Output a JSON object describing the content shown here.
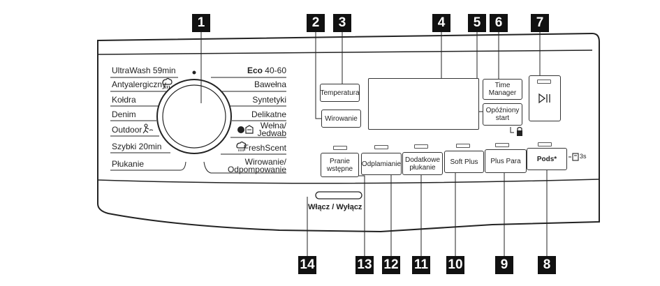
{
  "callouts": [
    "1",
    "2",
    "3",
    "4",
    "5",
    "6",
    "7",
    "8",
    "9",
    "10",
    "11",
    "12",
    "13",
    "14"
  ],
  "programs_left": [
    "UltraWash 59min",
    "Antyalergiczny",
    "Kołdra",
    "Denim",
    "Outdoor",
    "Szybki 20min",
    "Płukanie"
  ],
  "programs_right": {
    "eco_bold": "Eco",
    "eco_rest": " 40-60",
    "bawelna": "Bawełna",
    "syntetyki": "Syntetyki",
    "delikatne": "Delikatne",
    "welna_1": "Wełna/",
    "welna_2": "Jedwab",
    "freshscent": "FreshScent",
    "wirowanie_1": "Wirowanie/",
    "wirowanie_2": "Odpompowanie"
  },
  "buttons": {
    "temperatura": "Temperatura",
    "wirowanie": "Wirowanie",
    "time_manager_1": "Time",
    "time_manager_2": "Manager",
    "opozniony_1": "Opóźniony",
    "opozniony_2": "start",
    "pranie_1": "Pranie",
    "pranie_2": "wstępne",
    "odplamianie": "Odplamianie",
    "dodatkowe_1": "Dodatkowe",
    "dodatkowe_2": "płukanie",
    "soft_plus": "Soft Plus",
    "plus_para": "Plus Para",
    "pods": "Pods*"
  },
  "power_label": "Włącz / Wyłącz",
  "pods_hold": "3s",
  "icons": [
    "allergy-steam-icon",
    "outdoor-icon",
    "wool-icon",
    "freshscent-icon",
    "start-pause-icon",
    "child-lock-icon",
    "pods-hold-icon"
  ]
}
